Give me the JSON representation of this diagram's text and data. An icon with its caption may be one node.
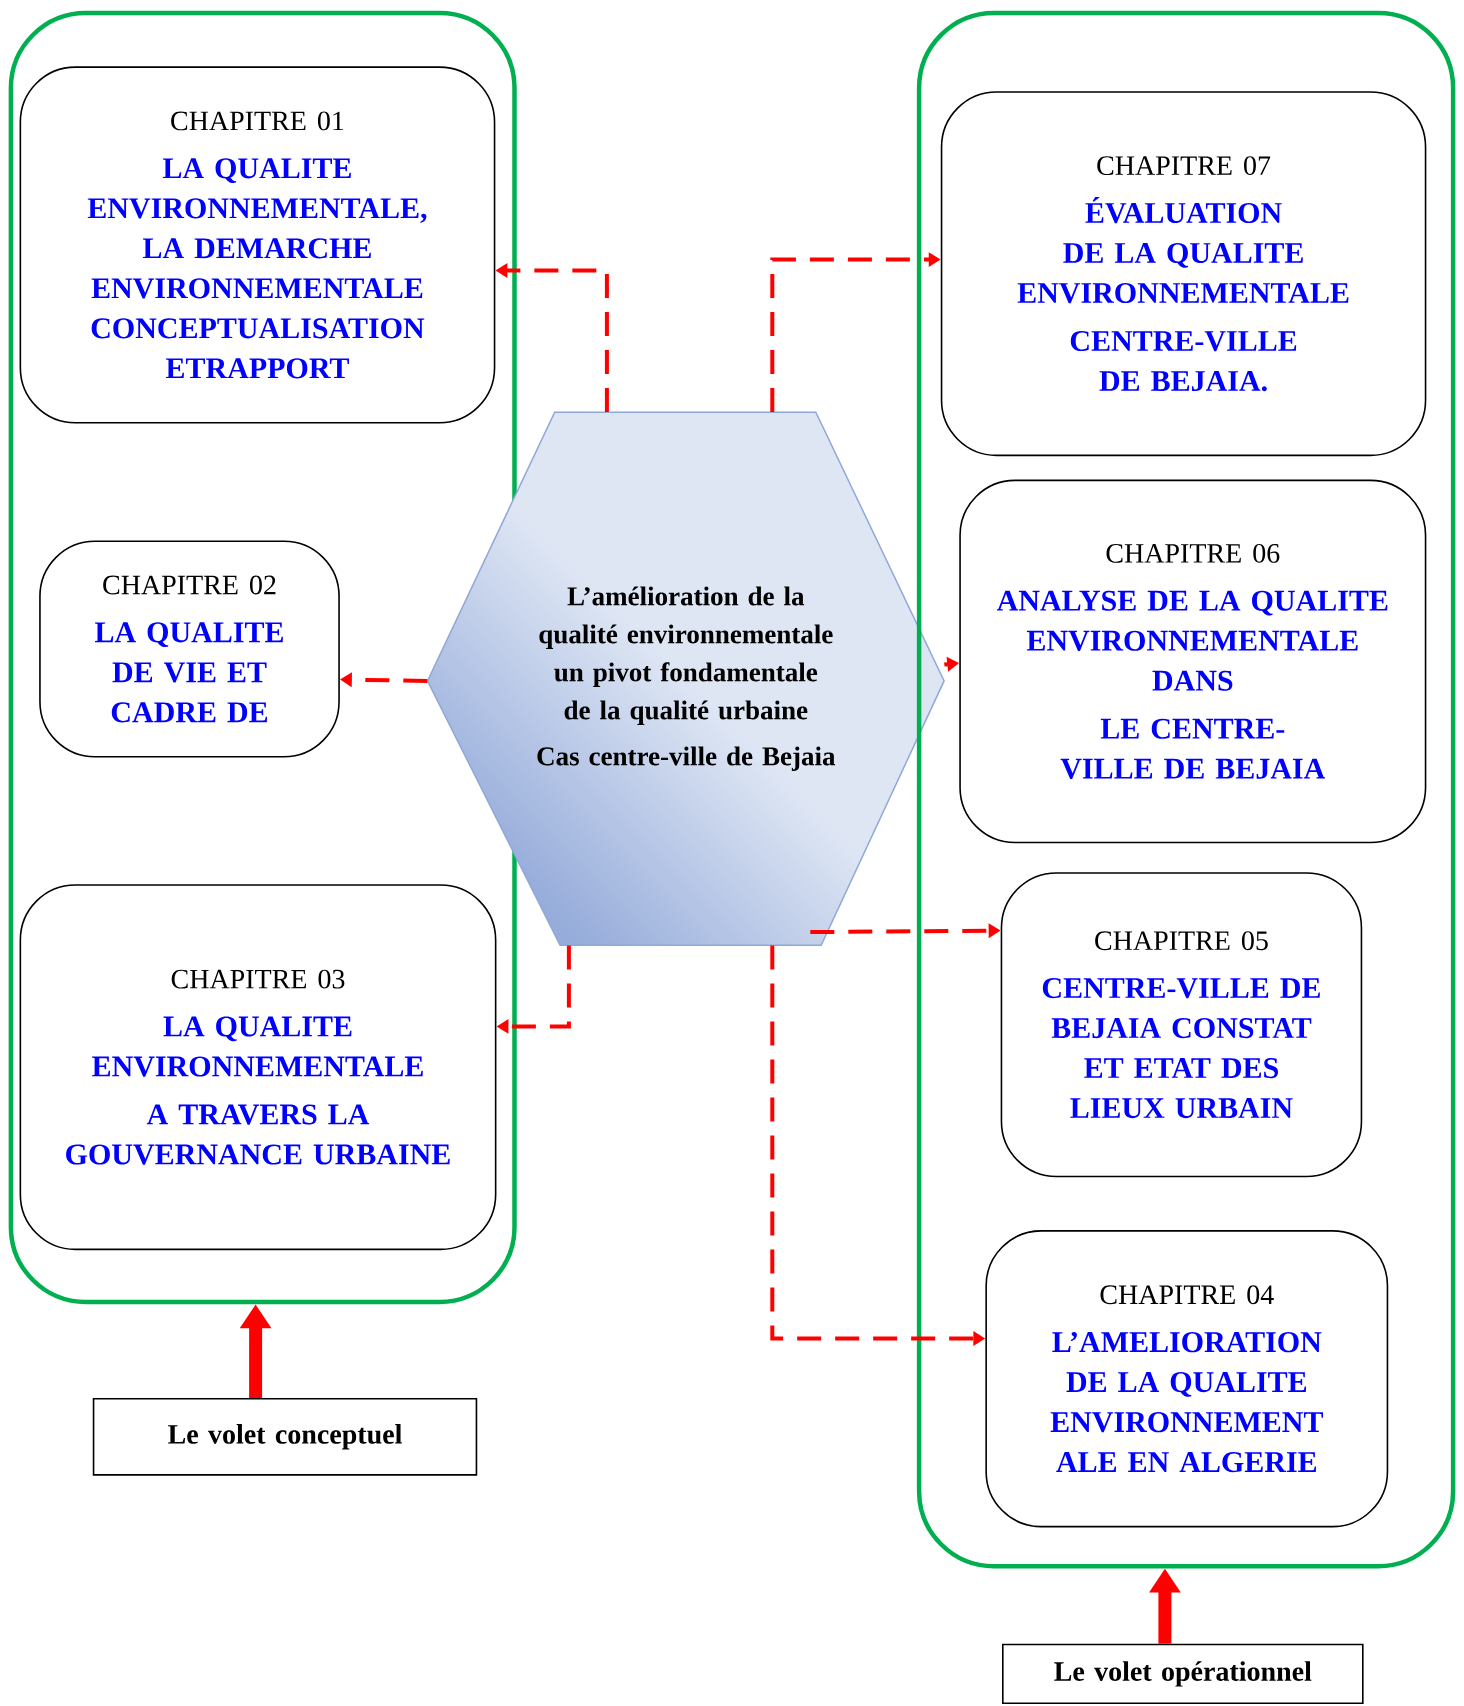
{
  "diagram": {
    "nodes": [
      {
        "text": [],
        "shape": "box"
      },
      {
        "text": [
          "CHAPITRE 01",
          "LA QUALITE ENVIRONNEMENTALE, LA DEMARCHE ENVIRONNEMENTALE CONCEPTUALISATION ETRAPPORT"
        ],
        "in": 0
      },
      {
        "text": [
          "CHAPITRE 02",
          "LA QUALITE DE VIE ET CADRE DE"
        ],
        "in": 0
      },
      {
        "text": [
          "CHAPITRE 03",
          "LA QUALITE ENVIRONNEMENTALE",
          "A TRAVERS LA GOUVERNANCE URBAINE"
        ],
        "in": 0
      },
      {
        "text": [
          "L’amélioration de la qualité environnementale un pivot fondamentale de la qualité urbaine",
          "Cas centre-ville de Bejaia"
        ]
      },
      {
        "text": [],
        "shape": "box"
      },
      {
        "text": [
          "CHAPITRE 07",
          "ÉVALUATION DE LA QUALITE ENVIRONNEMENTALE",
          "CENTRE-VILLE DE BEJAIA."
        ],
        "in": 5
      },
      {
        "text": [
          "CHAPITRE 06",
          "ANALYSE DE LA QUALITE ENVIRONNEMENTALE DANS",
          "LE CENTRE-VILLE DE BEJAIA"
        ],
        "in": 5
      },
      {
        "text": [
          "CHAPITRE 05",
          "CENTRE-VILLE DE BEJAIA CONSTAT ET ETAT DES LIEUX URBAIN"
        ],
        "in": 5
      },
      {
        "text": [
          "CHAPITRE 04",
          "L’AMELIORATION DE LA QUALITE ENVIRONNEMENT ALE EN ALGERIE"
        ],
        "in": 5
      },
      {
        "text": [
          "Le volet conceptuel"
        ]
      },
      {
        "text": [
          "Le volet opérationnel"
        ]
      }
    ],
    "edges": [
      {
        "from": 4,
        "to": 1,
        "arrow": "to",
        "style": "dashed",
        "color": "#ff0000"
      },
      {
        "from": 4,
        "to": 6,
        "arrow": "to",
        "style": "dashed",
        "color": "#ff0000"
      },
      {
        "from": 4,
        "to": 2,
        "arrow": "to",
        "style": "dashed",
        "color": "#ff0000"
      },
      {
        "from": 4,
        "to": 3,
        "arrow": "to",
        "style": "dashed",
        "color": "#ff0000"
      },
      {
        "from": 4,
        "to": 7,
        "arrow": "to",
        "style": "dashed",
        "color": "#ff0000"
      },
      {
        "from": 4,
        "to": 8,
        "arrow": "to",
        "style": "dashed",
        "color": "#ff0000"
      },
      {
        "from": 4,
        "to": 9,
        "arrow": "to",
        "style": "dashed",
        "color": "#ff0000"
      },
      {
        "from": 10,
        "to": 0,
        "arrow": "to",
        "style": "thick",
        "color": "#ff0000"
      },
      {
        "from": 11,
        "to": 5,
        "arrow": "to",
        "style": "thick",
        "color": "#ff0000"
      }
    ]
  }
}
